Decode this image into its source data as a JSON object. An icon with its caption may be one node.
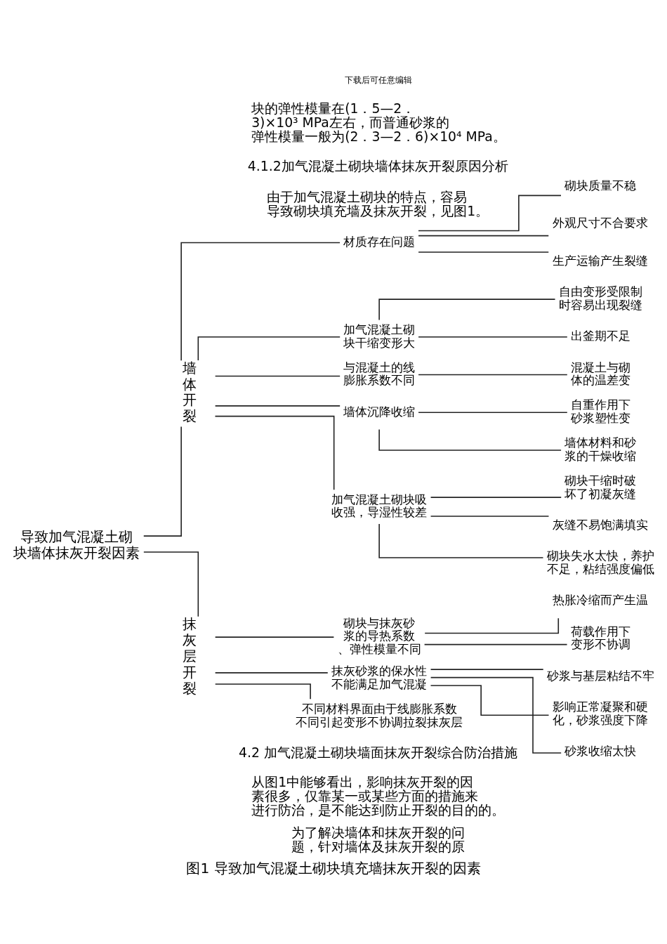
{
  "diagram": {
    "caption": "图1 导致加气混凝土砌块填充墙抹灰开裂的因素",
    "nodes": [
      {
        "text": [
          "导致加气混凝土砌块墙体抹灰开裂因素"
        ]
      },
      {
        "text": [
          "墙体开裂"
        ]
      },
      {
        "text": [
          "材质存在问题"
        ]
      },
      {
        "text": [
          "砌块质量不稳"
        ]
      },
      {
        "text": [
          "外观尺寸不合要求"
        ]
      },
      {
        "text": [
          "生产运输产生裂缝"
        ]
      },
      {
        "text": [
          "加气混凝土砌块干缩变形大"
        ]
      },
      {
        "text": [
          "自由变形受限制时容易出现裂缝"
        ]
      },
      {
        "text": [
          "出釜期不足"
        ]
      },
      {
        "text": [
          "与混凝土的线膨胀系数不同"
        ]
      },
      {
        "text": [
          "混凝土与砌体的温差变"
        ]
      },
      {
        "text": [
          "墙体沉降收缩"
        ]
      },
      {
        "text": [
          "自重作用下砂浆塑性变"
        ]
      },
      {
        "text": [
          "墙体材料和砂浆的干燥收缩"
        ]
      },
      {
        "text": [
          "加气混凝土砌块吸收强，导湿性较差"
        ]
      },
      {
        "text": [
          "砌块干缩时破坏了初凝灰缝"
        ]
      },
      {
        "text": [
          "灰缝不易饱满填实"
        ]
      },
      {
        "text": [
          "砌块失水太快，养护不足，粘结强度偏低"
        ]
      },
      {
        "text": [
          "抹灰层开裂"
        ]
      },
      {
        "text": [
          "砌块与抹灰砂浆的导热系数、弹性模量不同"
        ]
      },
      {
        "text": [
          "热胀冷缩而产生温"
        ]
      },
      {
        "text": [
          "荷载作用下变形不协调"
        ]
      },
      {
        "text": [
          "抹灰砂浆的保水性不能满足加气混凝"
        ]
      },
      {
        "text": [
          "砂浆与基层粘结不牢"
        ]
      },
      {
        "text": [
          "影响正常凝聚和硬化，砂浆强度下降"
        ]
      },
      {
        "text": [
          "砂浆收缩太快"
        ]
      },
      {
        "text": [
          "不同材料界面由于线膨胀系数不同引起变形不协调拉裂抹灰层"
        ]
      }
    ],
    "edges": [
      {
        "from": 0,
        "to": 1,
        "arrow": "none"
      },
      {
        "from": 0,
        "to": 18,
        "arrow": "none"
      },
      {
        "from": 1,
        "to": 2,
        "arrow": "none"
      },
      {
        "from": 1,
        "to": 6,
        "arrow": "none"
      },
      {
        "from": 1,
        "to": 9,
        "arrow": "none"
      },
      {
        "from": 1,
        "to": 11,
        "arrow": "none"
      },
      {
        "from": 1,
        "to": 14,
        "arrow": "none"
      },
      {
        "from": 2,
        "to": 3,
        "arrow": "none"
      },
      {
        "from": 2,
        "to": 4,
        "arrow": "none"
      },
      {
        "from": 2,
        "to": 5,
        "arrow": "none"
      },
      {
        "from": 6,
        "to": 7,
        "arrow": "none"
      },
      {
        "from": 6,
        "to": 8,
        "arrow": "none"
      },
      {
        "from": 9,
        "to": 10,
        "arrow": "none"
      },
      {
        "from": 11,
        "to": 12,
        "arrow": "none"
      },
      {
        "from": 11,
        "to": 13,
        "arrow": "none"
      },
      {
        "from": 14,
        "to": 15,
        "arrow": "none"
      },
      {
        "from": 14,
        "to": 16,
        "arrow": "none"
      },
      {
        "from": 14,
        "to": 17,
        "arrow": "none"
      },
      {
        "from": 18,
        "to": 19,
        "arrow": "none"
      },
      {
        "from": 18,
        "to": 22,
        "arrow": "none"
      },
      {
        "from": 18,
        "to": 26,
        "arrow": "none"
      },
      {
        "from": 19,
        "to": 20,
        "arrow": "none"
      },
      {
        "from": 19,
        "to": 21,
        "arrow": "none"
      },
      {
        "from": 22,
        "to": 23,
        "arrow": "none"
      },
      {
        "from": 22,
        "to": 24,
        "arrow": "none"
      },
      {
        "from": 22,
        "to": 25,
        "arrow": "none"
      }
    ],
    "labels": [
      "下载后可任意编辑",
      "块的弹性模量在(1．5—2．3)×10³ MPa左右，而普通砂浆的弹性模量一般为(2．3—2．6)×10⁴ MPa。",
      "4.1.2加气混凝土砌块墙体抹灰开裂原因分析",
      "由于加气混凝土砌块的特点，容易导致砌块填充墙及抹灰开裂，见图1。",
      "4.2 加气混凝土砌块墙面抹灰开裂综合防治措施",
      "从图1中能够看出，影响抹灰开裂的因素很多，仅靠某一或某些方面的措施来进行防治，是不能达到防止开裂的目的的。",
      "为了解决墙体和抹灰开裂的问题，针对墙体及抹灰开裂的原"
    ]
  }
}
